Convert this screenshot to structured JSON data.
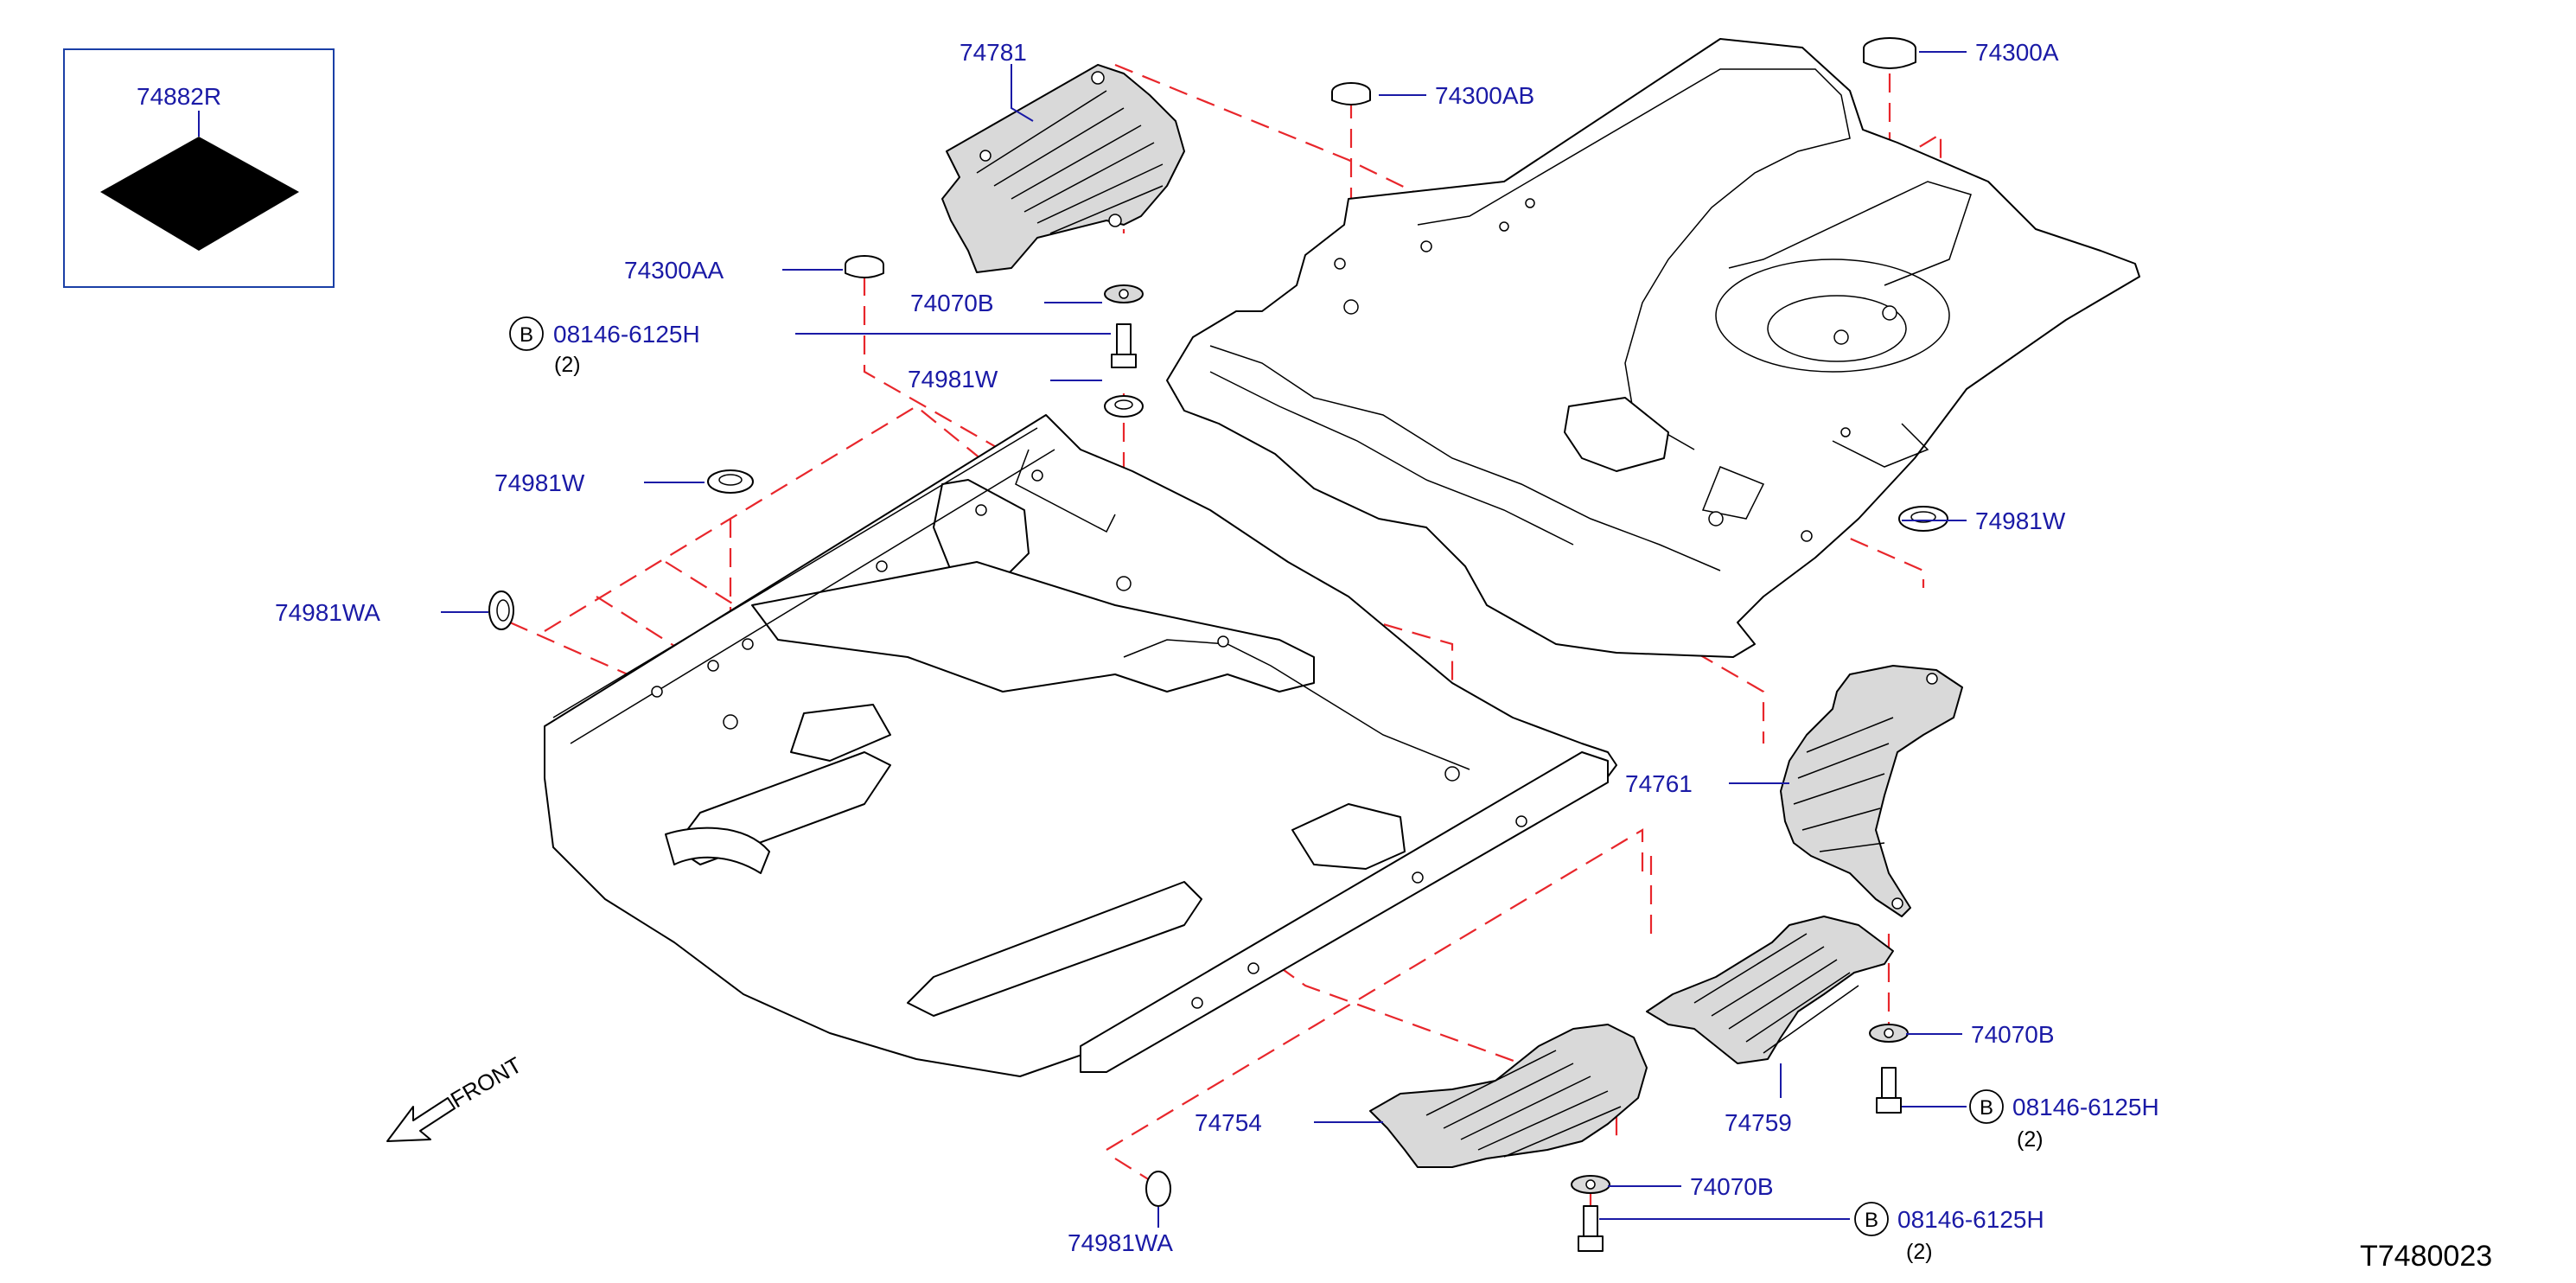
{
  "diagram_code": "T7480023",
  "front_label": "FRONT",
  "callouts": {
    "c74882R": "74882R",
    "c74781": "74781",
    "c74300AB": "74300AB",
    "c74300A": "74300A",
    "c74300AA": "74300AA",
    "c74070B_top": "74070B",
    "bolt_top": "08146-6125H",
    "bolt_top_qty": "(2)",
    "c74981W_center": "74981W",
    "c74981W_left": "74981W",
    "c74981W_right": "74981W",
    "c74981WA_left": "74981WA",
    "c74761": "74761",
    "c74070B_right": "74070B",
    "bolt_right": "08146-6125H",
    "bolt_right_qty": "(2)",
    "c74759": "74759",
    "c74754": "74754",
    "c74070B_bottom": "74070B",
    "bolt_bottom": "08146-6125H",
    "bolt_bottom_qty": "(2)",
    "c74981WA_bottom": "74981WA"
  },
  "bolt_badge": "B",
  "colors": {
    "callout_text": "#1a1aa6",
    "dashed_guides": "#e8262b",
    "outline": "#000000",
    "label_frame": "#1a3fa6"
  }
}
